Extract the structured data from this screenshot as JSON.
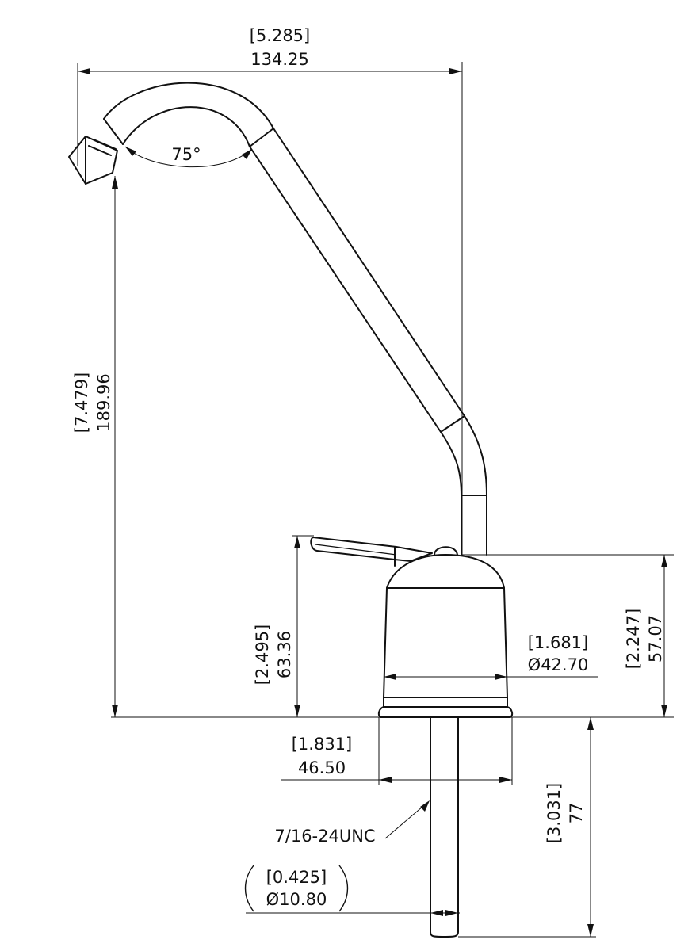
{
  "dimensions": {
    "overall_reach": {
      "imperial": "[5.285]",
      "metric": "134.25"
    },
    "spout_angle": {
      "label": "75°"
    },
    "spout_height": {
      "imperial": "[7.479]",
      "metric": "189.96"
    },
    "lever_height": {
      "imperial": "[2.495]",
      "metric": "63.36"
    },
    "body_diameter": {
      "imperial": "[1.681]",
      "metric": "Ø42.70"
    },
    "body_height": {
      "imperial": "[2.247]",
      "metric": "57.07"
    },
    "base_width": {
      "imperial": "[1.831]",
      "metric": "46.50"
    },
    "shank_length": {
      "imperial": "[3.031]",
      "metric": "77"
    },
    "thread_spec": {
      "label": "7/16-24UNC"
    },
    "shank_diameter": {
      "imperial": "[0.425]",
      "metric": "Ø10.80"
    }
  }
}
